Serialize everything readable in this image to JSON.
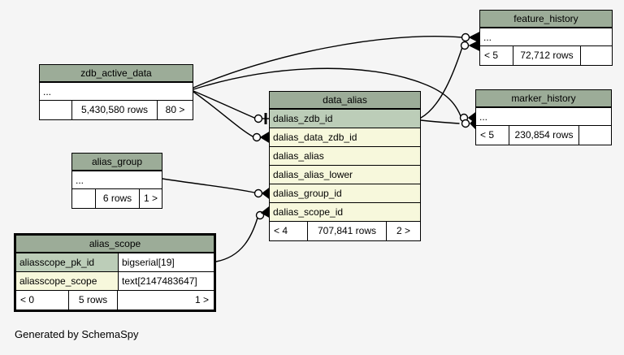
{
  "page": {
    "generator_note": "Generated by SchemaSpy",
    "background": "#f5f5f5"
  },
  "colors": {
    "table_header": "#9cac98",
    "primary_key_row": "#bccdb8",
    "column_row": "#f7f8dc",
    "cell_background": "#ffffff",
    "line": "#000000"
  },
  "tables": {
    "feature_history": {
      "title": "feature_history",
      "ellipsis": "...",
      "stats": {
        "left": "< 5",
        "rows": "72,712 rows",
        "right": ""
      }
    },
    "zdb_active_data": {
      "title": "zdb_active_data",
      "ellipsis": "...",
      "stats": {
        "left": "",
        "rows": "5,430,580 rows",
        "right": "80 >"
      }
    },
    "marker_history": {
      "title": "marker_history",
      "ellipsis": "...",
      "stats": {
        "left": "< 5",
        "rows": "230,854 rows",
        "right": ""
      }
    },
    "data_alias": {
      "title": "data_alias",
      "columns": [
        "dalias_zdb_id",
        "dalias_data_zdb_id",
        "dalias_alias",
        "dalias_alias_lower",
        "dalias_group_id",
        "dalias_scope_id"
      ],
      "stats": {
        "left": "< 4",
        "rows": "707,841 rows",
        "right": "2 >"
      }
    },
    "alias_group": {
      "title": "alias_group",
      "ellipsis": "...",
      "stats": {
        "left": "",
        "rows": "6 rows",
        "right": "1 >"
      }
    },
    "alias_scope": {
      "title": "alias_scope",
      "columns": [
        {
          "name": "aliasscope_pk_id",
          "type": "bigserial[19]"
        },
        {
          "name": "aliasscope_scope",
          "type": "text[2147483647]"
        }
      ],
      "stats": {
        "left": "< 0",
        "rows": "5 rows",
        "right": "1 >"
      }
    }
  },
  "relationships": [
    {
      "from": "zdb_active_data",
      "to": "feature_history"
    },
    {
      "from": "zdb_active_data",
      "to": "marker_history"
    },
    {
      "from": "zdb_active_data",
      "to": "data_alias.dalias_zdb_id"
    },
    {
      "from": "zdb_active_data",
      "to": "data_alias.dalias_data_zdb_id"
    },
    {
      "from": "data_alias.dalias_zdb_id",
      "to": "feature_history"
    },
    {
      "from": "data_alias.dalias_zdb_id",
      "to": "marker_history"
    },
    {
      "from": "alias_group",
      "to": "data_alias.dalias_group_id"
    },
    {
      "from": "alias_scope",
      "to": "data_alias.dalias_scope_id"
    }
  ]
}
